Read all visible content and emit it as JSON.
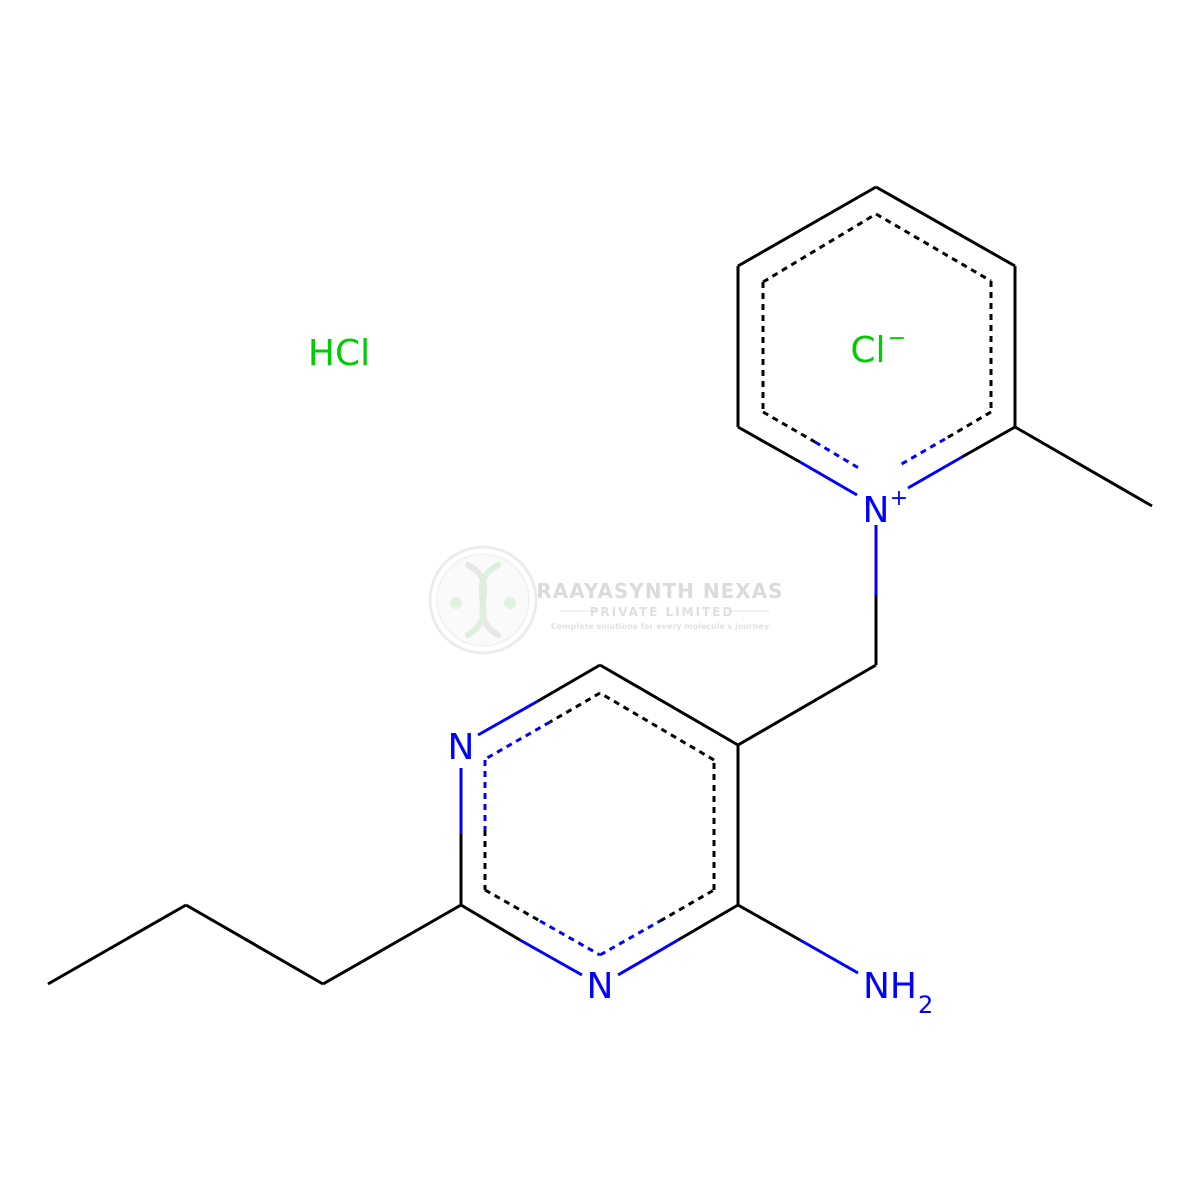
{
  "molecule": {
    "colors": {
      "carbon": "#000000",
      "nitrogen": "#0000ff",
      "chlorine": "#00cc00"
    },
    "atoms": {
      "n_pyridinium": "N",
      "n_pyridinium_charge": "+",
      "chloride": "Cl",
      "chloride_charge": "−",
      "hcl": "HCl",
      "n_pyrimidine_top": "N",
      "n_pyrimidine_bottom": "N",
      "amine": "NH",
      "amine_subscript": "2"
    }
  },
  "watermark": {
    "company": "RAAYASYNTH NEXAS",
    "subtitle": "PRIVATE LIMITED",
    "tagline": "Complete solutions for every molecule's journey",
    "logo": "dna-helix-icon"
  }
}
